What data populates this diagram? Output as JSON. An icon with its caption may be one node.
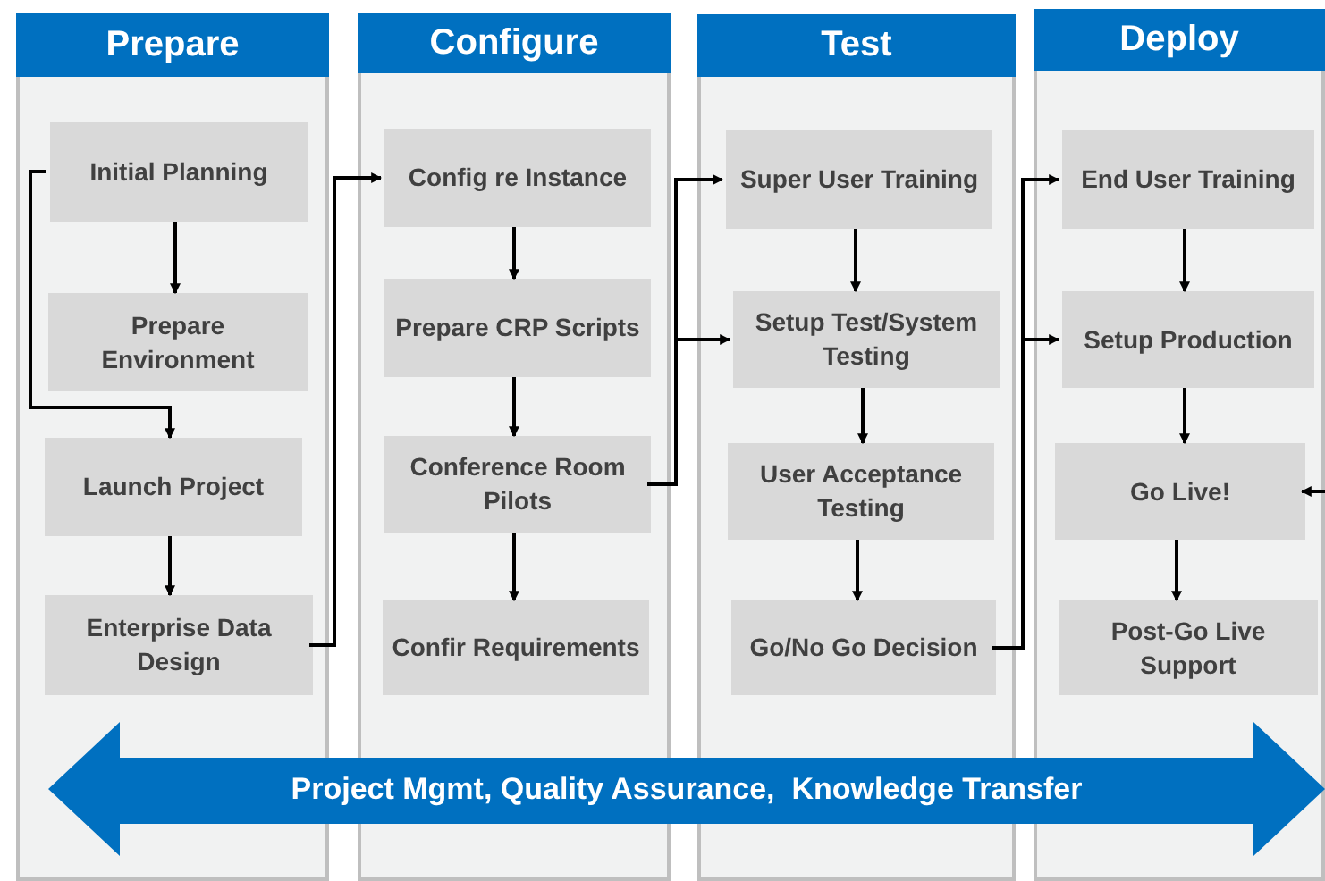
{
  "diagram": {
    "nodes": [
      {
        "text": [
          "Prepare"
        ]
      },
      {
        "text": [
          "Initial Planning"
        ],
        "in": 0
      },
      {
        "text": [
          "Prepare Environment"
        ],
        "in": 0
      },
      {
        "text": [
          "Launch Project"
        ],
        "in": 0
      },
      {
        "text": [
          "Enterprise Data Design"
        ],
        "in": 0
      },
      {
        "text": [
          "Configure"
        ]
      },
      {
        "text": [
          "Config re Instance"
        ],
        "in": 5
      },
      {
        "text": [
          "Prepare CRP Scripts"
        ],
        "in": 5
      },
      {
        "text": [
          "Conference Room Pilots"
        ],
        "in": 5
      },
      {
        "text": [
          "Confir Requirements"
        ],
        "in": 5
      },
      {
        "text": [
          "Test"
        ]
      },
      {
        "text": [
          "Super User Training"
        ],
        "in": 10
      },
      {
        "text": [
          "Setup Test/System Testing"
        ],
        "in": 10
      },
      {
        "text": [
          "User Acceptance Testing"
        ],
        "in": 10
      },
      {
        "text": [
          "Go/No Go Decision"
        ],
        "in": 10
      },
      {
        "text": [
          "Deploy"
        ]
      },
      {
        "text": [
          "End User Training"
        ],
        "in": 15
      },
      {
        "text": [
          "Setup Production"
        ],
        "in": 15
      },
      {
        "text": [
          "Go Live!"
        ],
        "in": 15
      },
      {
        "text": [
          "Post-Go Live Support"
        ],
        "in": 15
      },
      {
        "text": [
          "Project Mgmt, Quality Assurance,  Knowledge Transfer"
        ]
      }
    ],
    "edges": [
      {
        "from": 1,
        "to": 2,
        "arrow": "to"
      },
      {
        "from": 1,
        "to": 3,
        "arrow": "to"
      },
      {
        "from": 3,
        "to": 4,
        "arrow": "to"
      },
      {
        "from": 4,
        "to": 6,
        "arrow": "to"
      },
      {
        "from": 6,
        "to": 7,
        "arrow": "to"
      },
      {
        "from": 7,
        "to": 8,
        "arrow": "to"
      },
      {
        "from": 8,
        "to": 9,
        "arrow": "to"
      },
      {
        "from": 8,
        "to": 11,
        "arrow": "to"
      },
      {
        "from": 8,
        "to": 12,
        "arrow": "to"
      },
      {
        "from": 11,
        "to": 12,
        "arrow": "to"
      },
      {
        "from": 12,
        "to": 13,
        "arrow": "to"
      },
      {
        "from": 13,
        "to": 14,
        "arrow": "to"
      },
      {
        "from": 14,
        "to": 16,
        "arrow": "to"
      },
      {
        "from": 14,
        "to": 17,
        "arrow": "to"
      },
      {
        "from": 16,
        "to": 17,
        "arrow": "to"
      },
      {
        "from": 17,
        "to": 18,
        "arrow": "to"
      },
      {
        "from": 18,
        "to": 19,
        "arrow": "to"
      },
      {
        "from": null,
        "to": 18,
        "arrow": "to"
      }
    ]
  }
}
